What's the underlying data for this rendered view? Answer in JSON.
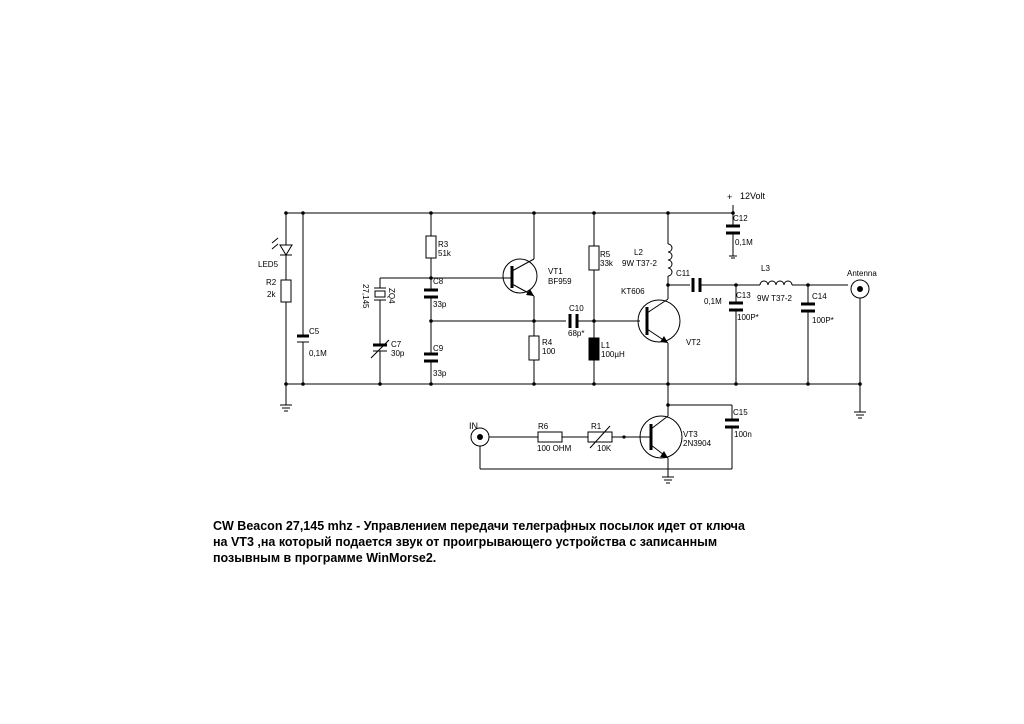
{
  "supply": {
    "label": "12Volt",
    "plus": "+"
  },
  "caption": {
    "line1": "CW Beacon  27,145 mhz - Управлением передачи телеграфных посылок  идет от ключа",
    "line2": "на VT3 ,на который подается звук от проигрывающего устройства с записанным",
    "line3": "позывным в программе WinMorse2."
  },
  "components": {
    "led5": {
      "ref": "LED5"
    },
    "r2": {
      "ref": "R2",
      "value": "2k"
    },
    "c5": {
      "ref": "C5",
      "value": "0,1M"
    },
    "r3": {
      "ref": "R3",
      "value": "51k"
    },
    "zq4": {
      "ref": "ZQ4",
      "value": "27,145"
    },
    "c7": {
      "ref": "C7",
      "value": "30p"
    },
    "c8": {
      "ref": "C8",
      "value": "33p"
    },
    "c9": {
      "ref": "C9",
      "value": "33p"
    },
    "vt1": {
      "ref": "VT1",
      "value": "BF959"
    },
    "r4": {
      "ref": "R4",
      "value": "100"
    },
    "r5": {
      "ref": "R5",
      "value": "33k"
    },
    "c10": {
      "ref": "C10",
      "value": "68p*"
    },
    "l1": {
      "ref": "L1",
      "value": "100µH"
    },
    "l2": {
      "ref": "L2",
      "value": "9W T37-2"
    },
    "c11": {
      "ref": "C11",
      "value": "0,1M"
    },
    "c12": {
      "ref": "C12",
      "value": "0,1M"
    },
    "vt2": {
      "ref": "VT2",
      "value": "KT606"
    },
    "l3": {
      "ref": "L3",
      "value": "9W T37-2"
    },
    "c13": {
      "ref": "C13",
      "value": "100P*"
    },
    "c14": {
      "ref": "C14",
      "value": "100P*"
    },
    "antenna": {
      "label": "Antenna"
    },
    "c15": {
      "ref": "C15",
      "value": "100n"
    },
    "vt3": {
      "ref": "VT3",
      "value": "2N3904"
    },
    "r6": {
      "ref": "R6",
      "value": "100 OHM"
    },
    "r1": {
      "ref": "R1",
      "value": "10K"
    },
    "input": {
      "label": "IN"
    }
  }
}
